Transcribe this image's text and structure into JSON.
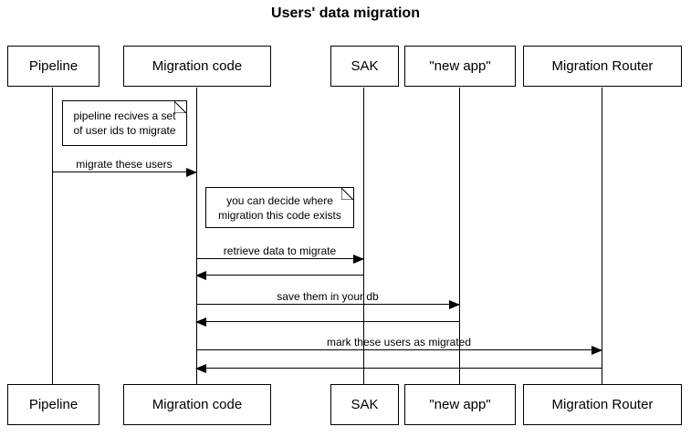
{
  "diagram": {
    "type": "uml-sequence",
    "title": "Users' data migration"
  },
  "participants": [
    {
      "label": "Pipeline"
    },
    {
      "label": "Migration code"
    },
    {
      "label": "SAK"
    },
    {
      "label": "\"new app\""
    },
    {
      "label": "Migration Router"
    }
  ],
  "notes": [
    {
      "line1": "pipeline recives a set",
      "line2": "of user ids to migrate",
      "near": "Pipeline"
    },
    {
      "line1": "you can decide where",
      "line2": "migration this code exists",
      "near": "Migration code"
    }
  ],
  "messages": [
    {
      "label": "migrate these users",
      "from": "Pipeline",
      "to": "Migration code",
      "kind": "call"
    },
    {
      "label": "retrieve data to migrate",
      "from": "Migration code",
      "to": "SAK",
      "kind": "call"
    },
    {
      "label": "",
      "from": "SAK",
      "to": "Migration code",
      "kind": "return"
    },
    {
      "label": "save them in your db",
      "from": "Migration code",
      "to": "\"new app\"",
      "kind": "call"
    },
    {
      "label": "",
      "from": "\"new app\"",
      "to": "Migration code",
      "kind": "return"
    },
    {
      "label": "mark these users as migrated",
      "from": "Migration code",
      "to": "Migration Router",
      "kind": "call"
    },
    {
      "label": "",
      "from": "Migration Router",
      "to": "Migration code",
      "kind": "return"
    }
  ],
  "colors": {
    "line": "#000000",
    "background": "#ffffff",
    "box_fill": "#ffffff"
  }
}
